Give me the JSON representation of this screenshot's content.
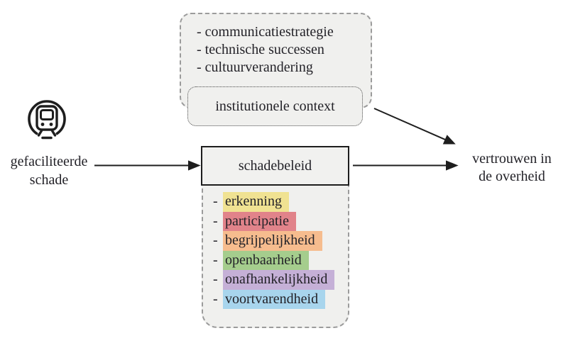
{
  "diagram": {
    "bullet": "-",
    "source": {
      "icon": "train-in-tunnel",
      "line1": "gefaciliteerde",
      "line2": "schade"
    },
    "context_box": {
      "items": [
        "- communicatiestrategie",
        "- technische successen",
        "- cultuurverandering"
      ],
      "inner_label": "institutionele context"
    },
    "policy_box": {
      "label": "schadebeleid"
    },
    "policy_aspects": [
      {
        "label": "erkenning",
        "highlight": "#f0e292"
      },
      {
        "label": "participatie",
        "highlight": "#e1838a"
      },
      {
        "label": "begrijpelijkheid",
        "highlight": "#f6bc8e"
      },
      {
        "label": "openbaarheid",
        "highlight": "#a5cd8d"
      },
      {
        "label": "onafhankelijkheid",
        "highlight": "#c5b0d7"
      },
      {
        "label": "voortvarendheid",
        "highlight": "#a8d5ed"
      }
    ],
    "outcome": {
      "line1": "vertrouwen in",
      "line2": "de overheid"
    },
    "arrows": [
      {
        "name": "source-to-policy",
        "from": "gefaciliteerde schade",
        "to": "schadebeleid"
      },
      {
        "name": "policy-to-outcome",
        "from": "schadebeleid",
        "to": "vertrouwen in de overheid"
      },
      {
        "name": "context-to-outcome",
        "from": "institutionele context",
        "to": "vertrouwen in de overheid"
      }
    ],
    "colors": {
      "box_fill": "#f0f0ee",
      "dashed_border": "#9b9b9b",
      "dotted_border": "#4a4a4a",
      "solid_border": "#1d1d1d",
      "ink": "#232228"
    }
  }
}
